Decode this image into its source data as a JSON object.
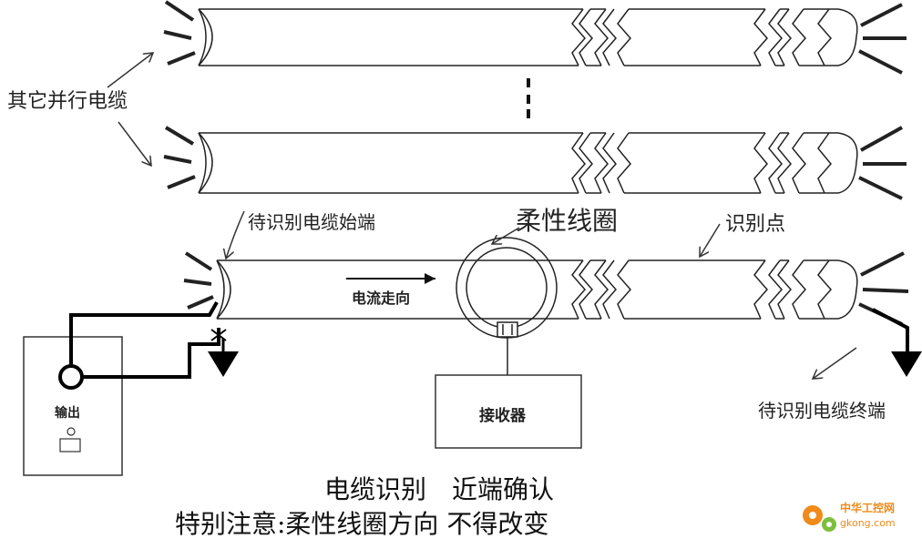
{
  "labels": {
    "parallel_cables": "其它并行电缆",
    "cable_start": "待识别电缆始端",
    "flexible_coil": "柔性线圈",
    "identify_point": "识别点",
    "current_direction": "电流走向",
    "receiver": "接收器",
    "output": "输出",
    "cable_end": "待识别电缆终端"
  },
  "caption": {
    "line1": "电缆识别　近端确认",
    "line2": "特别注意:柔性线圈方向 不得改变"
  },
  "watermark": {
    "brand": "中华工控网",
    "url": "gkong.com"
  },
  "colors": {
    "line": "#222222",
    "wire": "#000000",
    "watermark_orange": "#f08a1a",
    "watermark_green": "#7cbf3a"
  }
}
